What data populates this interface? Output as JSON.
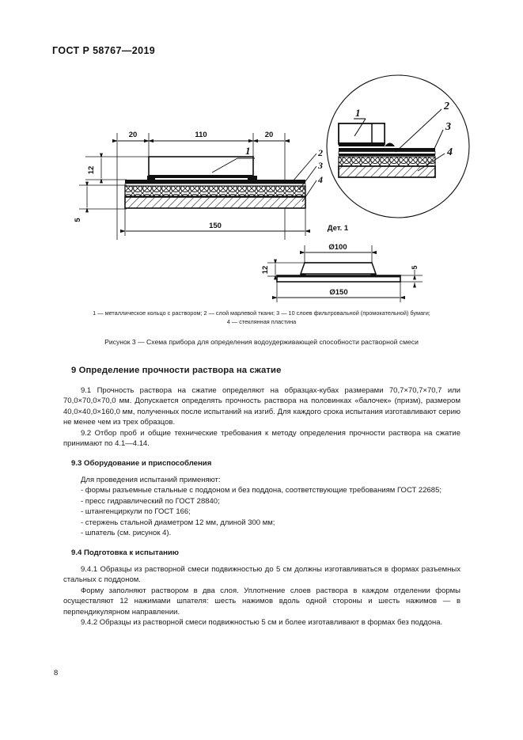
{
  "document": {
    "standard_header": "ГОСТ Р 58767—2019",
    "page_number": "8"
  },
  "figure": {
    "detail_label": "Дет. 1",
    "callouts": {
      "one": "1",
      "two": "2",
      "three": "3",
      "four": "4"
    },
    "main_view_dimensions": {
      "left_margin": "20",
      "center_span": "110",
      "right_margin": "20",
      "total_length": "150",
      "ring_height": "12",
      "plate_height": "5"
    },
    "detail_view_dimensions": {
      "inner_diameter": "Ø100",
      "outer_diameter": "Ø150",
      "ring_height": "12",
      "plate_height": "5"
    },
    "legend_line1": "1 — металлическое кольцо с раствором; 2 — слой марлевой ткани; 3 — 10 слоев фильтровальной (промокательной) бумаги;",
    "legend_line2": "4 — стеклянная пластина",
    "caption": "Рисунок 3 — Схема прибора для определения водоудерживающей способности растворной смеси"
  },
  "sections": {
    "s9_title": "9 Определение прочности раствора на сжатие",
    "p9_1": "9.1 Прочность раствора на сжатие определяют на образцах-кубах размерами 70,7×70,7×70,7 или 70,0×70,0×70,0 мм. Допускается определять прочность раствора на половинках «балочек» (призм), размером 40,0×40,0×160,0 мм, полученных после испытаний на изгиб. Для каждого срока испытания изготавливают серию не менее чем из трех образцов.",
    "p9_2": "9.2 Отбор проб и общие технические требования к методу определения прочности раствора на сжатие принимают по 4.1—4.14.",
    "s9_3_title": "9.3 Оборудование и приспособления",
    "p9_3_lead": "Для проведения испытаний применяют:",
    "equipment": [
      "- формы разъемные стальные с поддоном и без поддона, соответствующие требованиям ГОСТ 22685;",
      "- пресс гидравлический по ГОСТ 28840;",
      "- штангенциркули по ГОСТ 166;",
      "- стержень стальной диаметром 12 мм, длиной 300 мм;",
      "- шпатель (см. рисунок 4)."
    ],
    "s9_4_title": "9.4  Подготовка к испытанию",
    "p9_4_1": "9.4.1 Образцы из растворной смеси подвижностью до 5 см должны изготавливаться в формах разъемных стальных с поддоном.",
    "p9_4_1b": "Форму заполняют раствором в два слоя. Уплотнение слоев раствора в каждом отделении формы осуществляют 12 нажимами шпателя: шесть нажимов вдоль одной стороны и шесть нажимов — в перпендикулярном направлении.",
    "p9_4_2": "9.4.2 Образцы из растворной смеси подвижностью 5 см и более изготавливают в формах без поддона."
  }
}
